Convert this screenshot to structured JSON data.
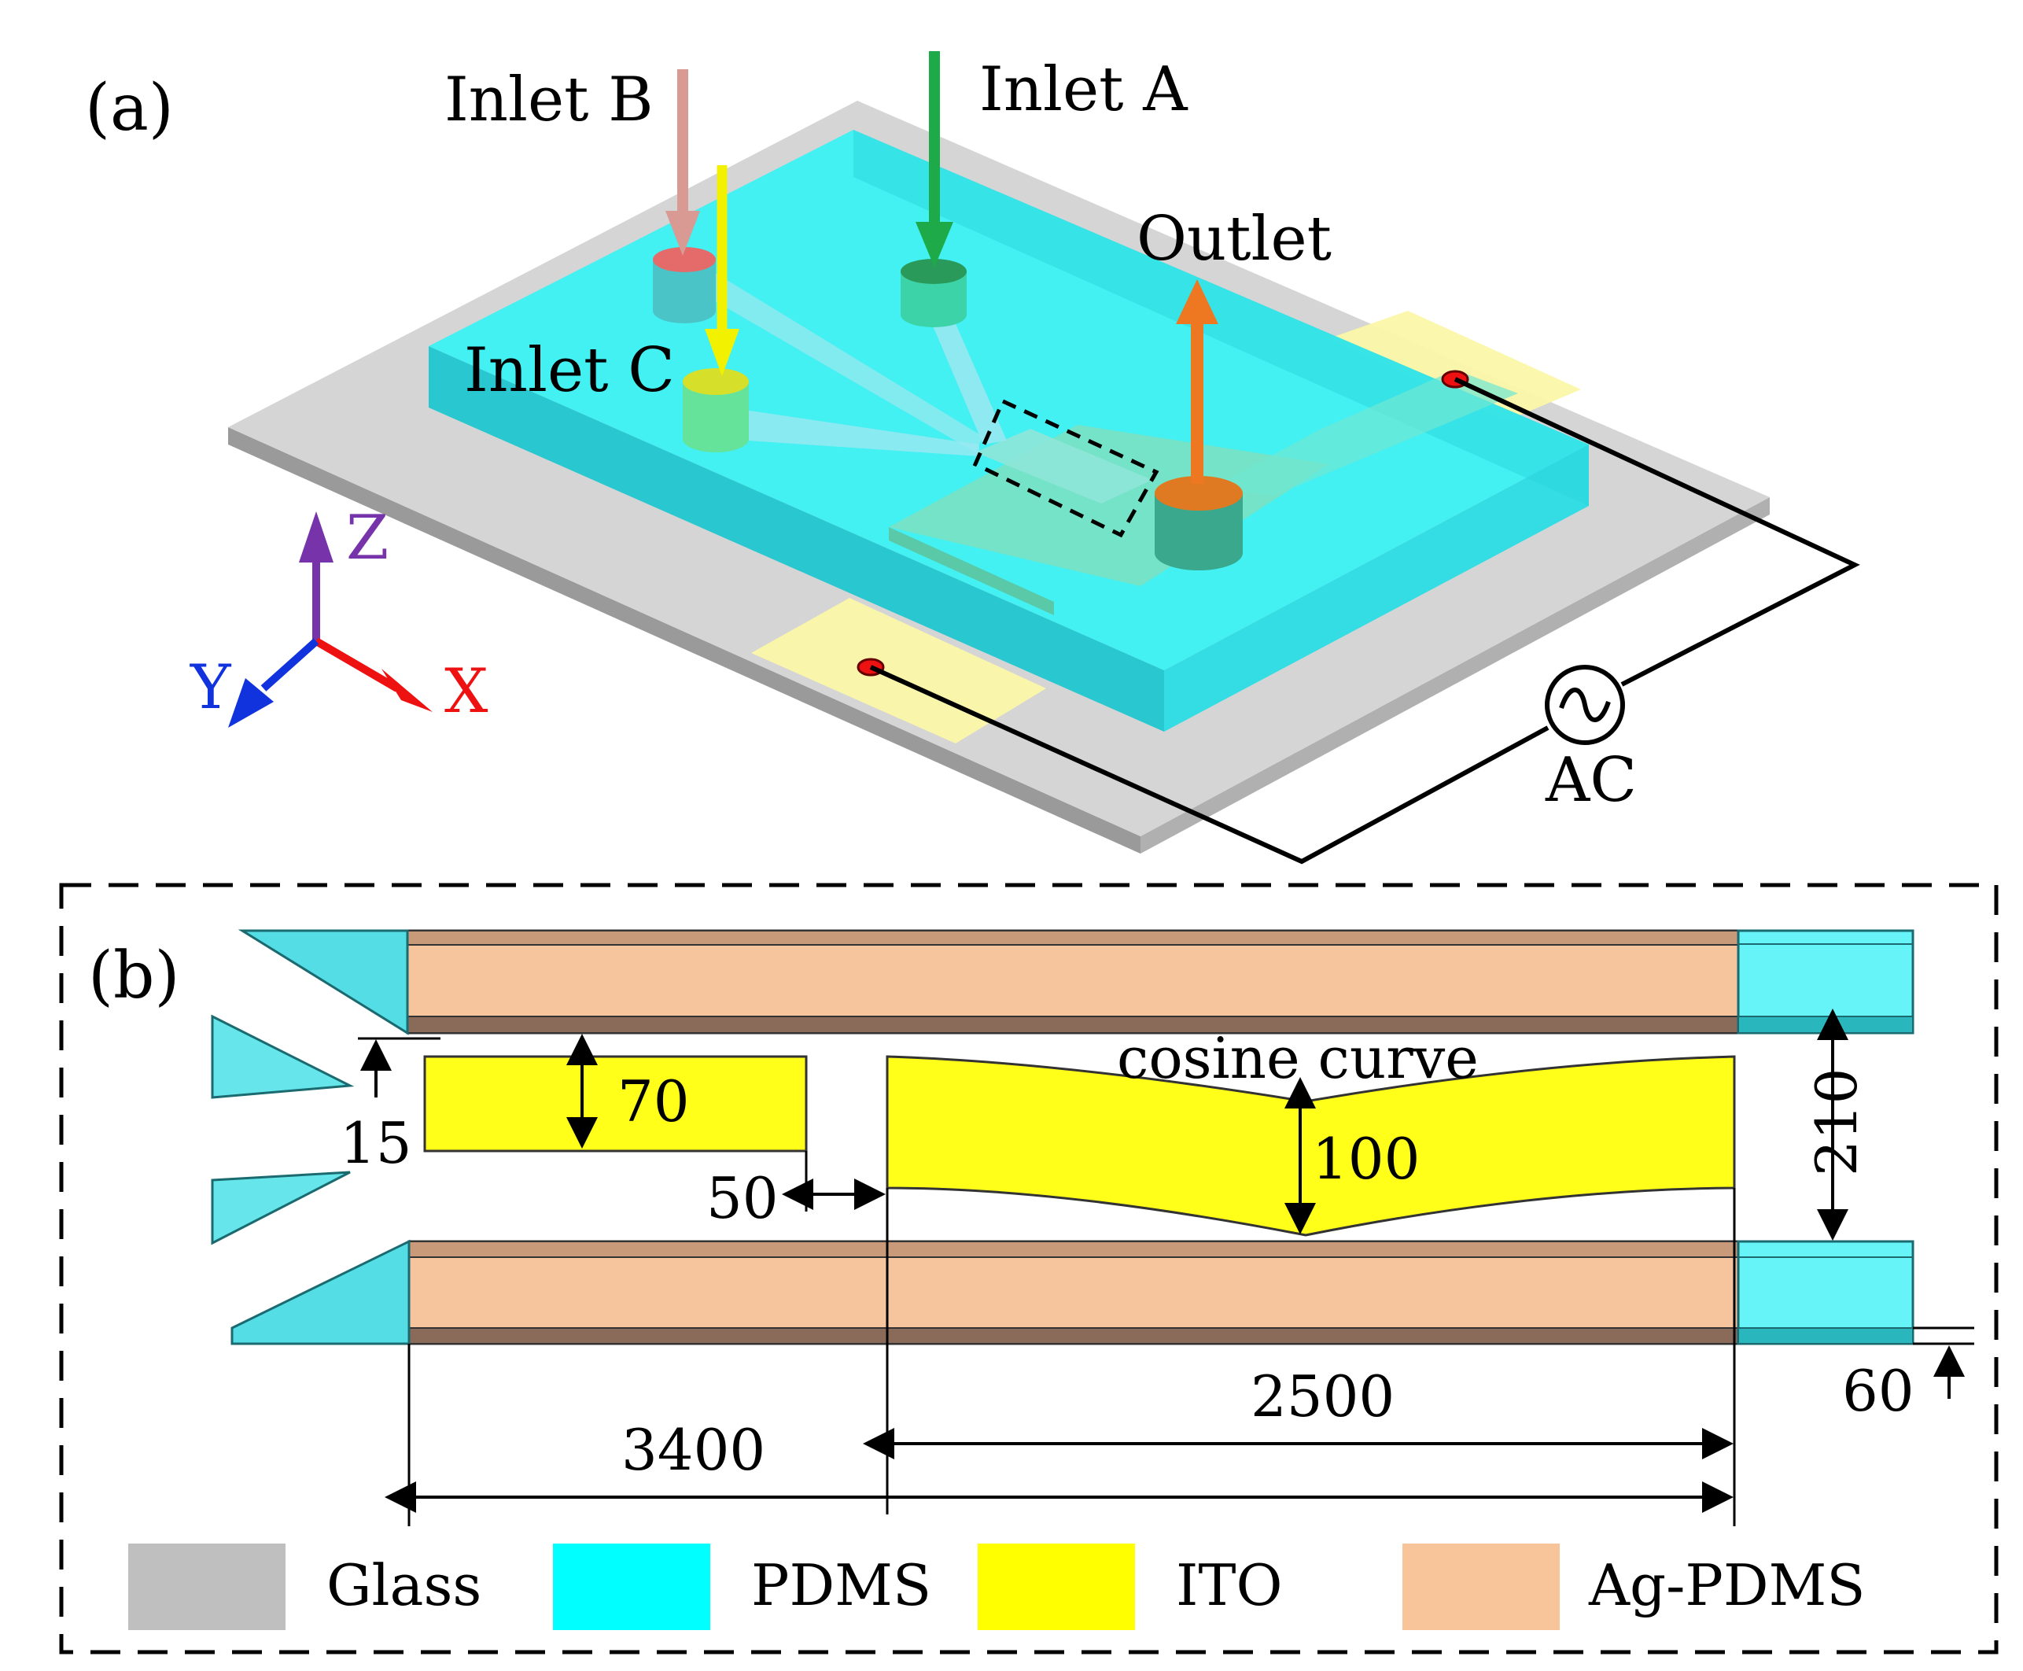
{
  "panel_a": {
    "label": "(a)",
    "inlet_a": "Inlet A",
    "inlet_b": "Inlet B",
    "inlet_c": "Inlet C",
    "outlet": "Outlet",
    "ac": "AC",
    "axis_x": "X",
    "axis_y": "Y",
    "axis_z": "Z"
  },
  "panel_b": {
    "label": "(b)",
    "cosine_curve": "cosine curve",
    "dim_70": "70",
    "dim_15": "15",
    "dim_50": "50",
    "dim_100": "100",
    "dim_210": "210",
    "dim_60": "60",
    "dim_2500": "2500",
    "dim_3400": "3400"
  },
  "legend": [
    {
      "label": "Glass",
      "color": "#bfbfbf"
    },
    {
      "label": "PDMS",
      "color": "#00ffff"
    },
    {
      "label": "ITO",
      "color": "#ffff00"
    },
    {
      "label": "Ag-PDMS",
      "color": "#f8c49a"
    }
  ],
  "colors": {
    "glass": "#d3d3d3",
    "pdms": "#33f0f0",
    "ito": "#ffff1a",
    "ag_pdms": "#f6c49d",
    "arrow_inlet_a": "#1faa4a",
    "arrow_inlet_b": "#d89a92",
    "arrow_inlet_c": "#ffff00",
    "arrow_outlet": "#ee7722",
    "axis_x": "#ee1111",
    "axis_y": "#1133dd",
    "axis_z": "#7733aa"
  }
}
